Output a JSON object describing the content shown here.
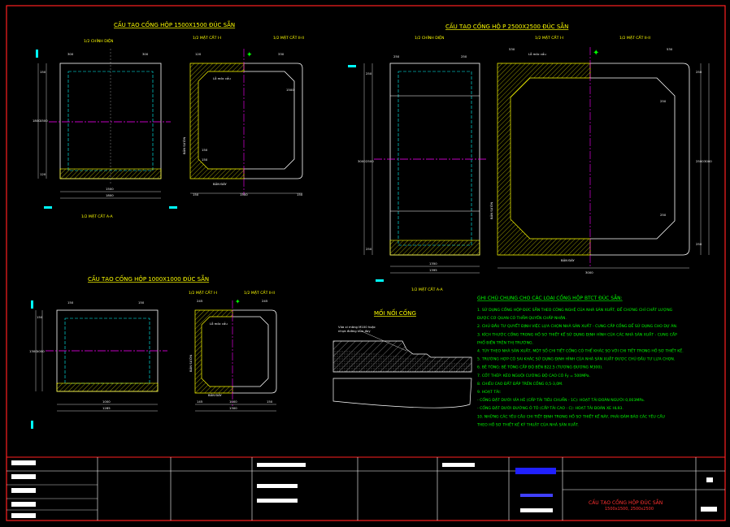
{
  "titles": {
    "box1500": "CẤU TẠO CỐNG HỘP 1500X1500 ĐÚC SẴN",
    "box2500": "CẤU TẠO CỐNG HỘ P 2500X2500 ĐÚC SẴN",
    "box1000": "CẤU TẠO CỐNG HỘP 1000X1000 ĐÚC SẴN",
    "joint": "MỐI NỐI CỐNG"
  },
  "views": {
    "front": "1/2 CHÍNH DIỆN",
    "secI": "1/2 MẶT CẮT I-I",
    "secII": "1/2 MẶT CẮT II-II",
    "secAA": "1/2 MẶT CẮT A-A",
    "secIII": "1/2 MẶT CẮT II-II"
  },
  "labels": {
    "lo_moc_cau": "Lỗ móc cẩu",
    "ban_day": "BẢN ĐÁY",
    "ban_suon": "BẢN SƯỜN",
    "joint_note1": "Vữa xi măng M100 hoặc",
    "joint_note2": "nhựa đường tẩm đay"
  },
  "dims": {
    "b1500": {
      "top_front": [
        "300",
        "300"
      ],
      "top_sec": [
        "120",
        "330"
      ],
      "left": [
        "150",
        "1500",
        "1800",
        "120"
      ],
      "bottom": [
        "1500",
        "1800"
      ],
      "bottom_sec": [
        "150",
        "1500",
        "150"
      ],
      "right_sec": [
        "1500",
        "150",
        "150"
      ]
    },
    "b2500": {
      "top_front": [
        "250",
        "250"
      ],
      "top_sec": [
        "530",
        "530"
      ],
      "left": [
        "250",
        "2500",
        "3000",
        "250"
      ],
      "bottom": [
        "1350",
        "1395"
      ],
      "bottom_sec": [
        "3000"
      ],
      "right_sec": [
        "250",
        "2500",
        "3000",
        "250",
        "250",
        "250"
      ]
    },
    "b1000": {
      "top_front": [
        "150",
        "150"
      ],
      "top_sec": [
        "245",
        "245"
      ],
      "left": [
        "150",
        "1000",
        "1300"
      ],
      "bottom": [
        "1000",
        "1285"
      ],
      "bottom_sec": [
        "1000",
        "1300",
        "145",
        "150"
      ]
    }
  },
  "notes": {
    "title": "GHI CHÚ CHUNG CHO CÁC LOẠI CỐNG HỘP BTCT ĐÚC SẴN:",
    "lines": [
      "1. SỬ DỤNG CỐNG HỘP ĐÚC SẴN THEO CÔNG NGHỆ CỦA NHÀ SẢN XUẤT, ĐỂ CHỨNG CHỈ CHẤT LƯỢNG",
      "ĐƯỢC CƠ QUAN CÓ THẨM QUYỀN CHẤP NHẬN.",
      "2. CHỦ ĐẦU TƯ QUYẾT ĐỊNH VIỆC LỰA CHỌN NHÀ SẢN XUẤT - CUNG CẤP CỐNG ĐỂ SỬ DỤNG CHO DỰ ÁN.",
      "3. KÍCH THƯỚC CỐNG TRONG HỒ SƠ THIẾT KẾ SỬ DỤNG ĐỊNH HÌNH CỦA CÁC NHÀ SẢN XUẤT - CUNG CẤP",
      "PHỔ BIẾN TRÊN THỊ TRƯỜNG.",
      "4. TÙY THEO NHÀ SẢN XUẤT, MỘT SỐ CHI TIẾT CỐNG CÓ THỂ KHÁC SO VỚI CHI TIẾT TRONG HỒ SƠ THIẾT KẾ.",
      "5. TRƯỜNG HỢP CÓ SAI KHÁC SỬ DỤNG ĐỊNH HÌNH CỦA NHÀ SẢN XUẤT ĐƯỢC CHỦ ĐẦU TƯ LỰA CHỌN.",
      "6. BÊ TÔNG: BÊ TÔNG CẤP ĐỘ BỀN B22.5 (TƯƠNG ĐƯƠNG M300).",
      "7. CỐT THÉP: KÉO NGUỘI CƯỜNG ĐỘ CAO CÓ Fy = 500MPa.",
      "8. CHIỀU CAO ĐẤT ĐẮP TRÊN CỐNG 0,5-3,0M.",
      "9. HOẠT TẢI:",
      "- CỐNG ĐẶT DƯỚI VỈA HÈ (CẤP TẢI TIÊU CHUẨN - 1C): HOẠT TẢI ĐOÀN NGƯỜI 0,003MPa.",
      "- CỐNG ĐẶT DƯỚI ĐƯỜNG Ô TÔ (CẤP TẢI CAO - C): HOẠT TẢI ĐOÀN XE HL93.",
      "10. NHỮNG CÁC YÊU CẦU CHI TIẾT ĐỊNH TRONG HỒ SƠ THIẾT KẾ NÀY, PHẢI ĐẢM BẢO CÁC YÊU CẦU",
      "THEO HỒ SƠ THIẾT KẾ KỸ THUẬT CỦA NHÀ SẢN XUẤT."
    ]
  },
  "title_block": {
    "drawing_title": "CẤU TẠO CỐNG HỘP ĐÚC SẴN",
    "drawing_sub": "1500x1500, 2500x2500"
  },
  "colors": {
    "frame": "#ff2020",
    "title_text": "#ffff00",
    "dims": "#00ffff",
    "notes": "#00ff00",
    "axis": "#ff00ff",
    "concrete": "#ffff00"
  }
}
